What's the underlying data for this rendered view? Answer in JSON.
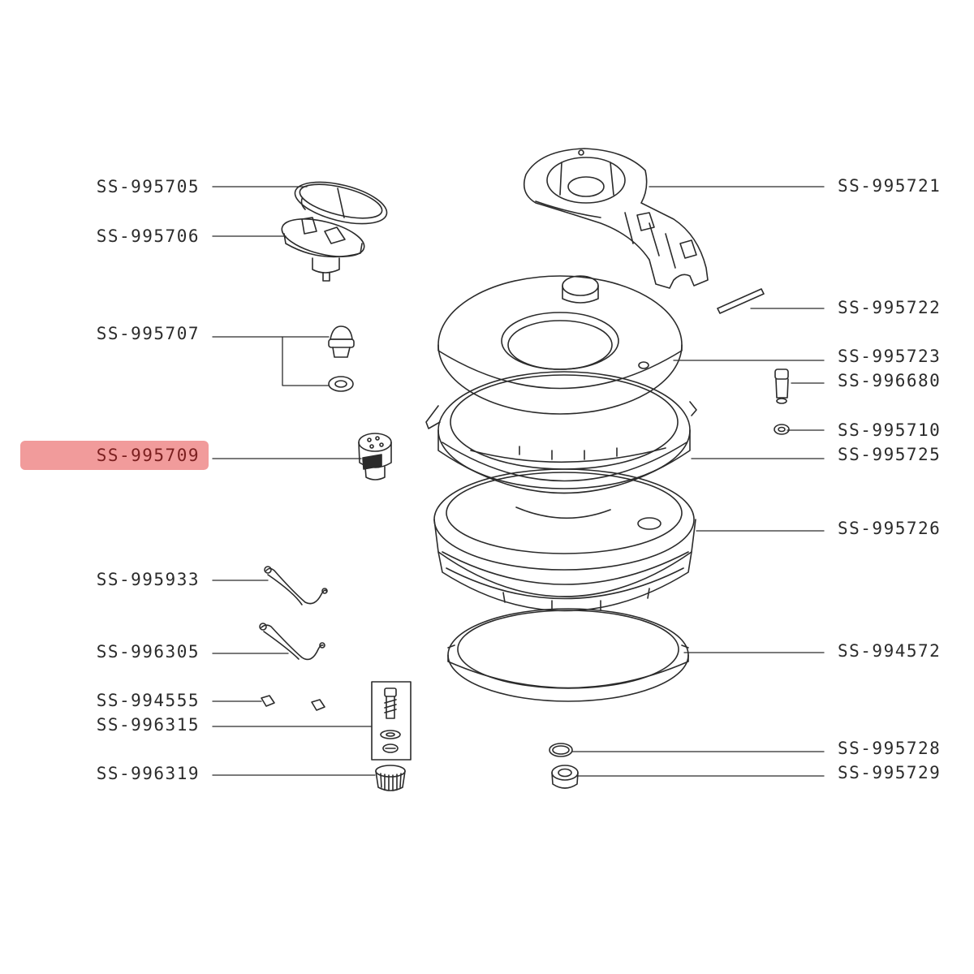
{
  "diagram": {
    "selected_part": "SS-995709",
    "highlight_color": "#ef8a8a",
    "line_color": "#2b2b2b",
    "parts_left": [
      {
        "id": "p705",
        "label": "SS-995705"
      },
      {
        "id": "p706",
        "label": "SS-995706"
      },
      {
        "id": "p707",
        "label": "SS-995707"
      },
      {
        "id": "p709",
        "label": "SS-995709"
      },
      {
        "id": "p933",
        "label": "SS-995933"
      },
      {
        "id": "p305",
        "label": "SS-996305"
      },
      {
        "id": "p555",
        "label": "SS-994555"
      },
      {
        "id": "p315",
        "label": "SS-996315"
      },
      {
        "id": "p319",
        "label": "SS-996319"
      }
    ],
    "parts_right": [
      {
        "id": "p721",
        "label": "SS-995721"
      },
      {
        "id": "p722",
        "label": "SS-995722"
      },
      {
        "id": "p723",
        "label": "SS-995723"
      },
      {
        "id": "p680",
        "label": "SS-996680"
      },
      {
        "id": "p710",
        "label": "SS-995710"
      },
      {
        "id": "p725",
        "label": "SS-995725"
      },
      {
        "id": "p726",
        "label": "SS-995726"
      },
      {
        "id": "p572",
        "label": "SS-994572"
      },
      {
        "id": "p728",
        "label": "SS-995728"
      },
      {
        "id": "p729",
        "label": "SS-995729"
      }
    ]
  }
}
